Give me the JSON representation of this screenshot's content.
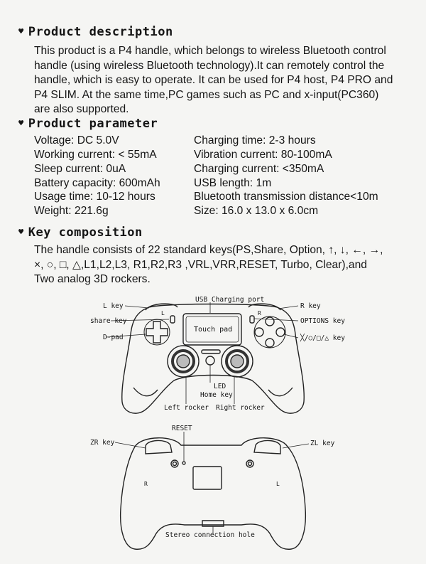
{
  "description": {
    "title": "Product description",
    "lines": [
      "This product is a P4 handle, which belongs to wireless Bluetooth control",
      "handle (using wireless Bluetooth technology).It can remotely control the",
      "handle, which is easy to operate. It can be used for P4 host, P4 PRO and",
      "P4 SLIM. At the same time,PC games such as PC and x-input(PC360)",
      "are also supported."
    ]
  },
  "parameter": {
    "title": "Product parameter",
    "left": [
      "Voltage: DC 5.0V",
      "Working current: < 55mA",
      "Sleep current: 0uA",
      "Battery capacity: 600mAh",
      "Usage time: 10-12 hours",
      "Weight: 221.6g"
    ],
    "right": [
      "Charging time: 2-3 hours",
      "Vibration current: 80-100mA",
      "Charging current: <350mA",
      "USB length: 1m",
      "Bluetooth transmission distance<10m",
      "Size: 16.0 x 13.0 x 6.0cm"
    ]
  },
  "keys": {
    "title": "Key composition",
    "lines": [
      "The handle consists of 22 standard keys(PS,Share, Option, ↑, ↓, ←, →,",
      "×, ○, □, △,L1,L2,L3, R1,R2,R3 ,VRL,VRR,RESET, Turbo, Clear),and",
      "Two analog 3D rockers."
    ]
  },
  "diagram": {
    "usb_port": "USB Charging port",
    "l_key": "L key",
    "r_key": "R key",
    "share_key": "share key",
    "options_key": "OPTIONS key",
    "dpad": "D-pad",
    "face_keys": "╳/○/□/△ key",
    "touch_pad": "Touch pad",
    "led": "LED",
    "home_key": "Home key",
    "left_rocker": "Left rocker",
    "right_rocker": "Right rocker",
    "reset": "RESET",
    "zr_key": "ZR key",
    "zl_key": "ZL key",
    "stereo": "Stereo connection hole",
    "body_l": "L",
    "body_r": "R"
  }
}
